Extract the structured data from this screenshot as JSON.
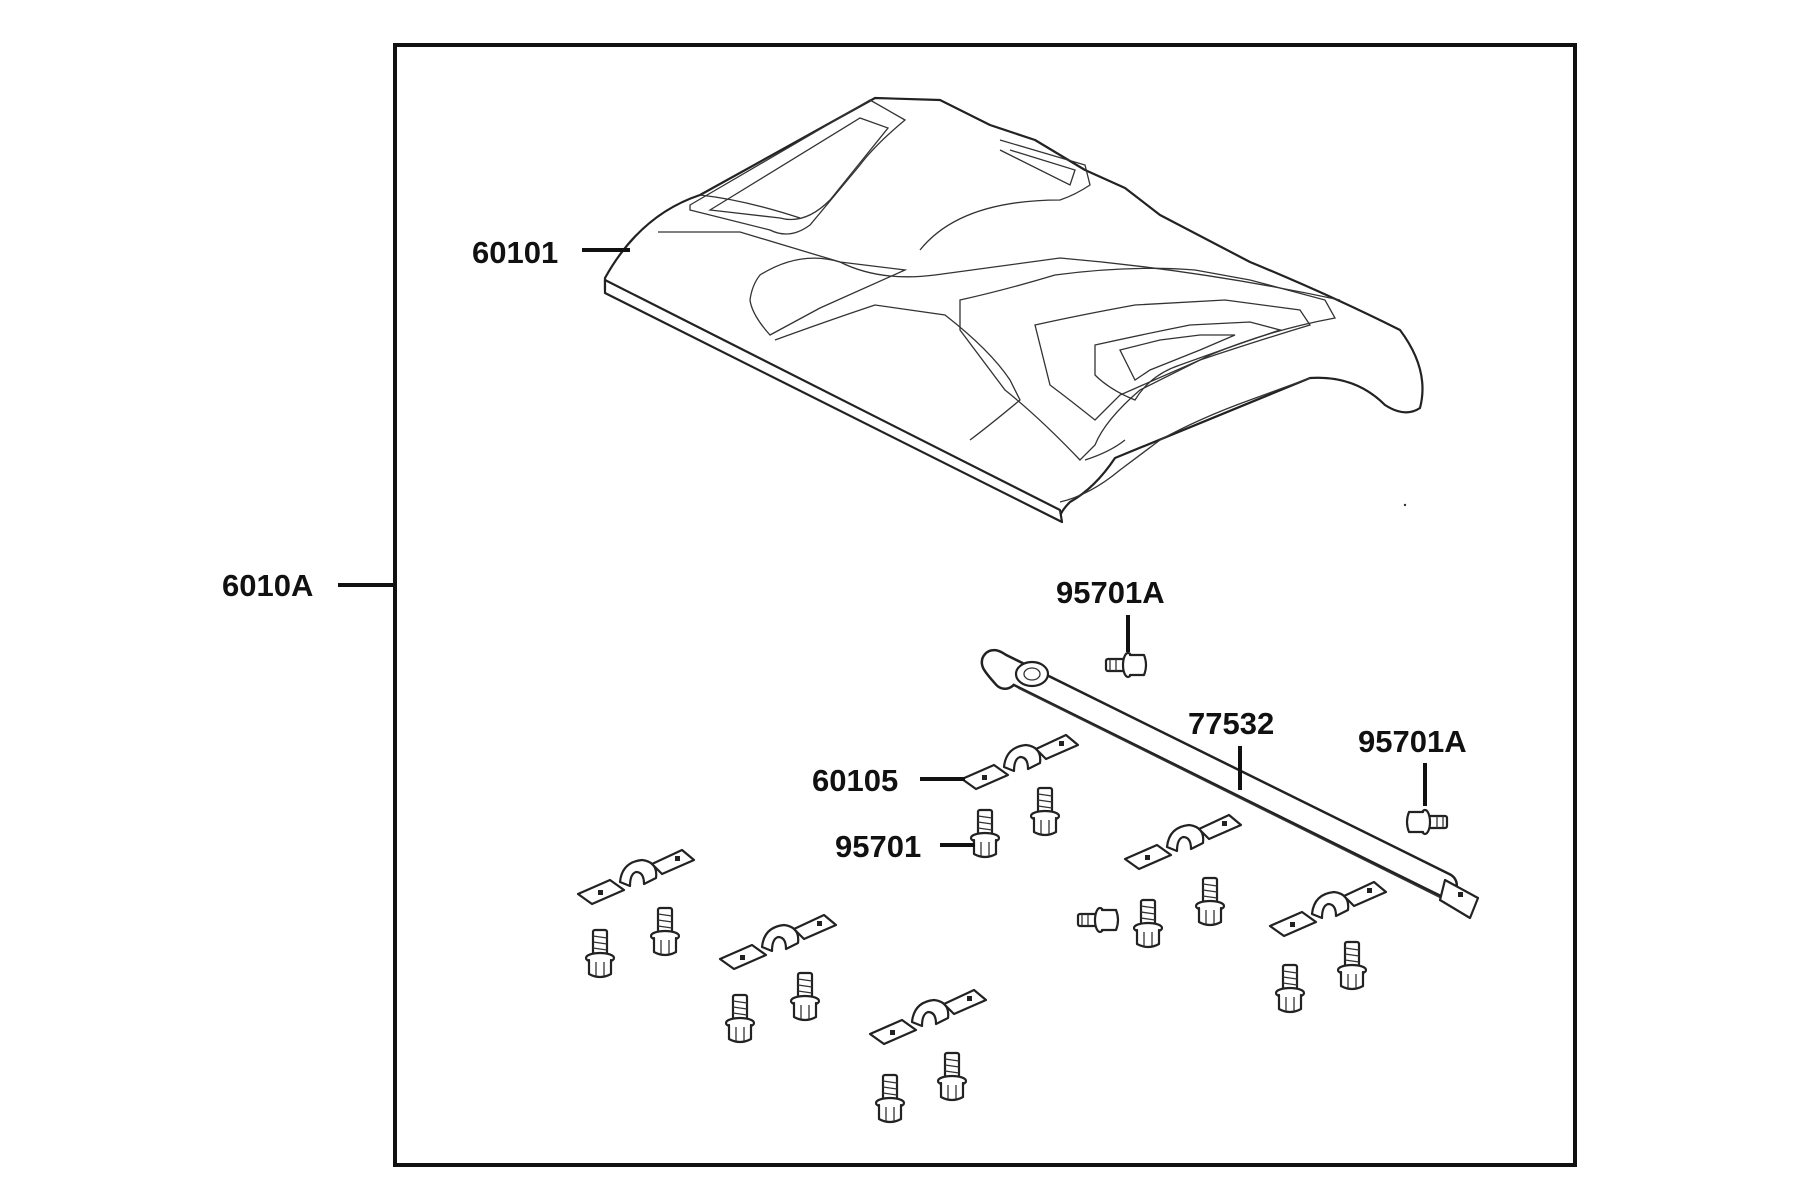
{
  "labels": {
    "assembly": "6010A",
    "cover": "60101",
    "bolt_top": "95701A",
    "bolt_right": "95701A",
    "harness": "77532",
    "bracket": "60105",
    "bolt": "95701"
  },
  "colors": {
    "line": "#111111",
    "background": "#ffffff"
  }
}
